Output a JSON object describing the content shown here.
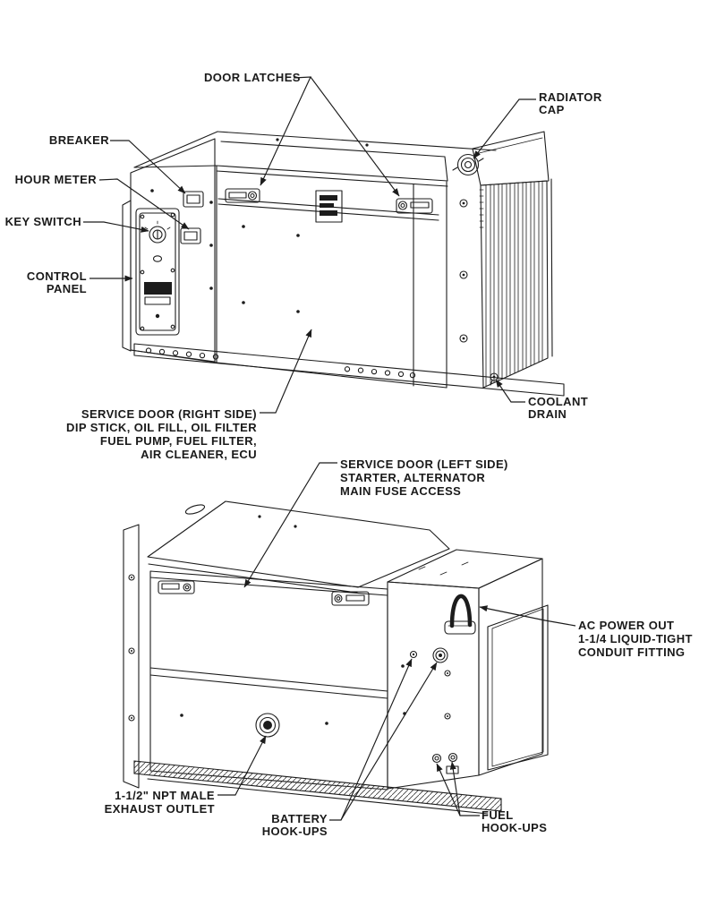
{
  "colors": {
    "background": "#ffffff",
    "ink": "#1c1c1c"
  },
  "labels": {
    "door_latches": {
      "lines": [
        "DOOR LATCHES"
      ]
    },
    "radiator_cap": {
      "lines": [
        "RADIATOR",
        "CAP"
      ]
    },
    "breaker": {
      "lines": [
        "BREAKER"
      ]
    },
    "hour_meter": {
      "lines": [
        "HOUR METER"
      ]
    },
    "key_switch": {
      "lines": [
        "KEY SWITCH"
      ]
    },
    "control_panel": {
      "lines": [
        "CONTROL",
        "PANEL"
      ]
    },
    "coolant_drain": {
      "lines": [
        "COOLANT",
        "DRAIN"
      ]
    },
    "service_door_right": {
      "lines": [
        "SERVICE DOOR (RIGHT SIDE)",
        "DIP STICK, OIL FILL, OIL FILTER",
        "FUEL PUMP, FUEL FILTER,",
        "AIR CLEANER, ECU"
      ]
    },
    "service_door_left": {
      "lines": [
        "SERVICE DOOR (LEFT SIDE)",
        "STARTER, ALTERNATOR",
        "MAIN FUSE ACCESS"
      ]
    },
    "ac_power_out": {
      "lines": [
        "AC POWER OUT",
        "1-1/4 LIQUID-TIGHT",
        "CONDUIT FITTING"
      ]
    },
    "exhaust_outlet": {
      "lines": [
        "1-1/2\" NPT MALE",
        "EXHAUST OUTLET"
      ]
    },
    "battery_hookups": {
      "lines": [
        "BATTERY",
        "HOOK-UPS"
      ]
    },
    "fuel_hookups": {
      "lines": [
        "FUEL",
        "HOOK-UPS"
      ]
    }
  }
}
